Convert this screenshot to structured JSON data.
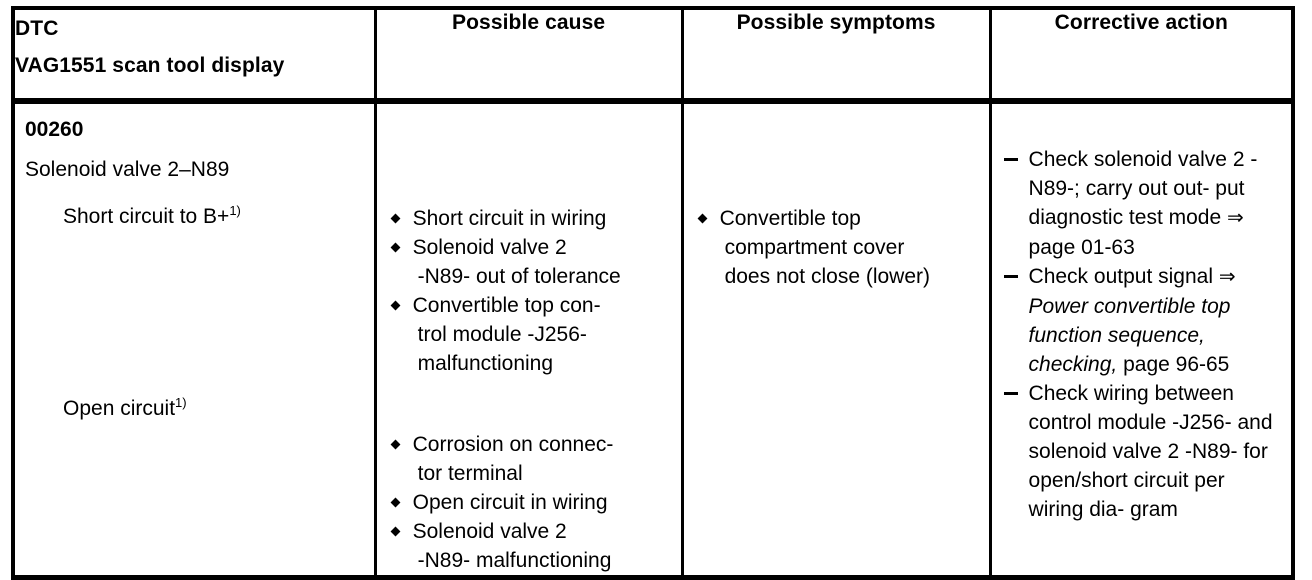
{
  "table": {
    "headers": [
      {
        "line1": "DTC",
        "line2": "VAG1551 scan tool display"
      },
      {
        "line1": "Possible cause"
      },
      {
        "line1": "Possible symptoms"
      },
      {
        "line1": "Corrective action"
      }
    ],
    "row": {
      "dtc": {
        "code": "00260",
        "component": "Solenoid valve 2–N89",
        "fault_1": "Short circuit to B+",
        "fault_1_sup": "1)",
        "fault_2": "Open circuit",
        "fault_2_sup": "1)"
      },
      "possible_cause": {
        "group_1": [
          {
            "l1": "Short circuit in wiring"
          },
          {
            "l1": "Solenoid valve 2",
            "l2": "-N89- out of tolerance"
          },
          {
            "l1": "Convertible top con-",
            "l2": "trol module -J256-",
            "l3": "malfunctioning"
          }
        ],
        "group_2": [
          {
            "l1": "Corrosion on connec-",
            "l2": "tor terminal"
          },
          {
            "l1": "Open circuit in wiring"
          },
          {
            "l1": "Solenoid valve 2",
            "l2": "-N89- malfunctioning"
          }
        ]
      },
      "possible_symptoms": [
        {
          "l1": "Convertible top",
          "l2": "compartment cover",
          "l3": "does not close (lower)"
        }
      ],
      "corrective_action": [
        {
          "l1": "Check solenoid valve",
          "l2": "2 -N89-;  carry out out-",
          "l3": "put diagnostic test",
          "l4_pre": "mode ",
          "l4_arrow": "⇒",
          "l4_post": " page 01-63"
        },
        {
          "l1_pre": "Check output signal ",
          "l1_arrow": "⇒",
          "l2_italic": "Power convertible top",
          "l3_italic": "function sequence,",
          "l4_italic": "checking,",
          "l4_post": " page 96-65"
        },
        {
          "l1": "Check wiring between",
          "l2": "control module -J256-",
          "l3": "and solenoid valve 2",
          "l4": "-N89- for open/short",
          "l5": "circuit per wiring dia-",
          "l6": "gram"
        }
      ]
    }
  },
  "colors": {
    "ink": "#000000",
    "paper": "#ffffff"
  }
}
